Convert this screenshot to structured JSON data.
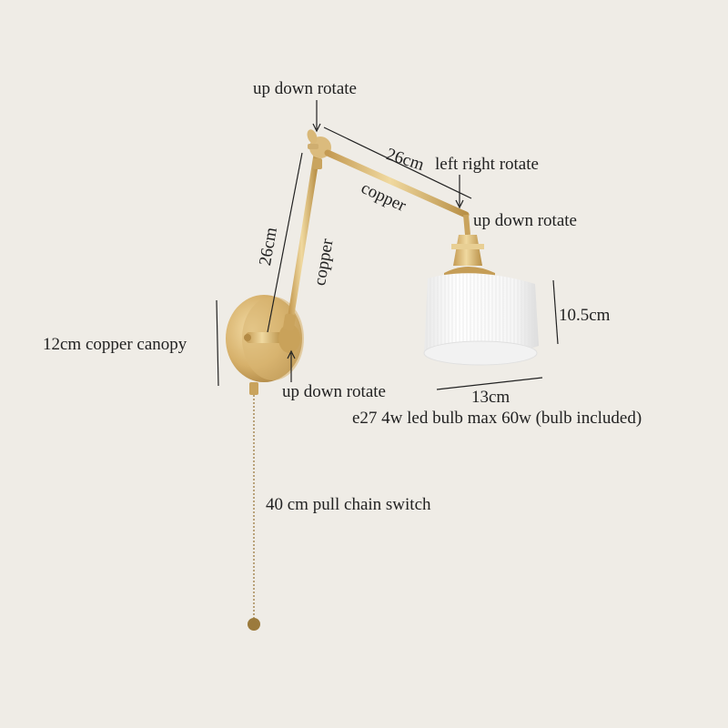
{
  "labels": {
    "top_joint": "up down rotate",
    "upper_arm_length": "26cm",
    "horizontal_rotate": "left right rotate",
    "upper_arm_material": "copper",
    "shade_joint": "up down rotate",
    "lower_arm_length": "26cm",
    "lower_arm_material": "copper",
    "shade_height": "10.5cm",
    "canopy": "12cm copper canopy",
    "base_joint": "up down rotate",
    "shade_width": "13cm",
    "bulb_spec": "e27 4w led bulb max 60w  (bulb included)",
    "pull_chain": "40 cm pull chain switch"
  },
  "colors": {
    "background": "#efece6",
    "brass": "#d4b06a",
    "brass_dark": "#b58d45",
    "shade": "#fafafa",
    "text": "#222222"
  }
}
